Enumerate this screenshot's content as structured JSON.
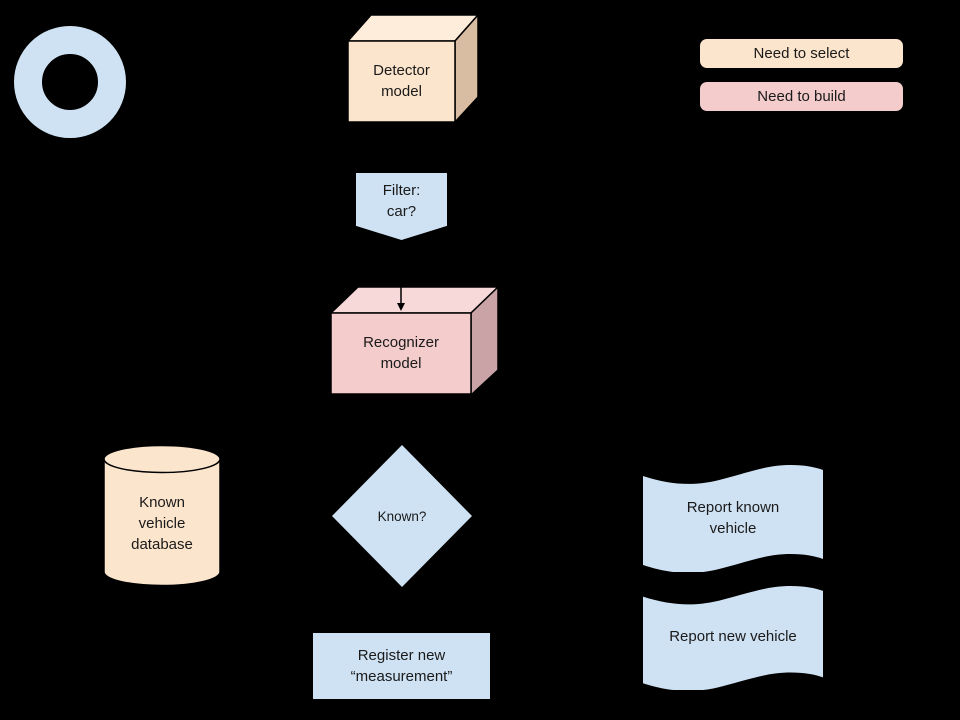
{
  "diagram": {
    "background": "#000000",
    "colors": {
      "light_blue": "#cfe2f3",
      "cream": "#fce5cd",
      "cream_top": "#fdedda",
      "cream_side": "#d9bda2",
      "pink": "#f4cccc",
      "pink_top": "#f7d9d9",
      "pink_side": "#c9a3a5",
      "outline": "#000000",
      "text": "#1a1a1a"
    },
    "legend": {
      "select": {
        "label": "Need to select",
        "color": "#fce5cd"
      },
      "build": {
        "label": "Need to build",
        "color": "#f4cccc"
      }
    },
    "nodes": {
      "start": {
        "type": "donut",
        "label": ""
      },
      "detector": {
        "type": "cube",
        "label": "Detector\nmodel"
      },
      "filter": {
        "type": "pentagon-down",
        "label": "Filter:\ncar?"
      },
      "recognizer": {
        "type": "cube",
        "label": "Recognizer\nmodel"
      },
      "database": {
        "type": "cylinder",
        "label": "Known\nvehicle\ndatabase"
      },
      "decision": {
        "type": "diamond",
        "label": "Known?"
      },
      "register": {
        "type": "rect",
        "label": "Register new\n“measurement”"
      },
      "report_known": {
        "type": "flag",
        "label": "Report known\nvehicle"
      },
      "report_new": {
        "type": "flag",
        "label": "Report new vehicle"
      }
    }
  }
}
